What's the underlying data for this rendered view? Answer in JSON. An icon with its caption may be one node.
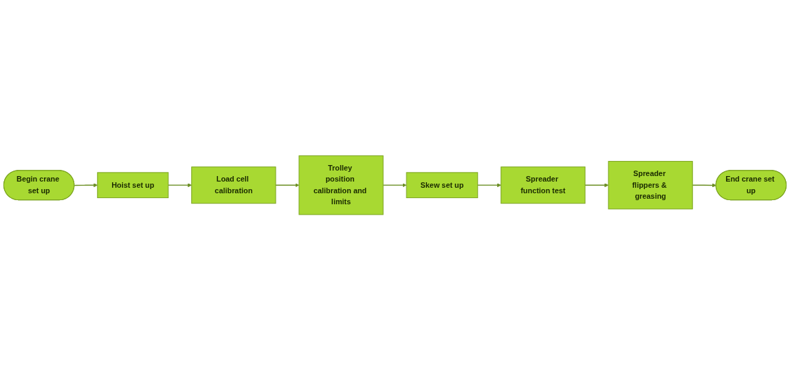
{
  "diagram": {
    "nodes": [
      {
        "text": [
          "Begin crane set up"
        ]
      },
      {
        "text": [
          "Hoist set up"
        ]
      },
      {
        "text": [
          "Load cell calibration"
        ]
      },
      {
        "text": [
          "Trolley position calibration and limits"
        ]
      },
      {
        "text": [
          "Skew set up"
        ]
      },
      {
        "text": [
          "Spreader function test"
        ]
      },
      {
        "text": [
          "Spreader flippers & greasing"
        ]
      },
      {
        "text": [
          "End crane set up"
        ]
      }
    ],
    "edges": [
      {
        "from": 0,
        "to": 1,
        "arrow": "to"
      },
      {
        "from": 1,
        "to": 2,
        "arrow": "to"
      },
      {
        "from": 2,
        "to": 3,
        "arrow": "to"
      },
      {
        "from": 3,
        "to": 4,
        "arrow": "to"
      },
      {
        "from": 4,
        "to": 5,
        "arrow": "to"
      },
      {
        "from": 5,
        "to": 6,
        "arrow": "to"
      },
      {
        "from": 6,
        "to": 7,
        "arrow": "to"
      }
    ]
  }
}
